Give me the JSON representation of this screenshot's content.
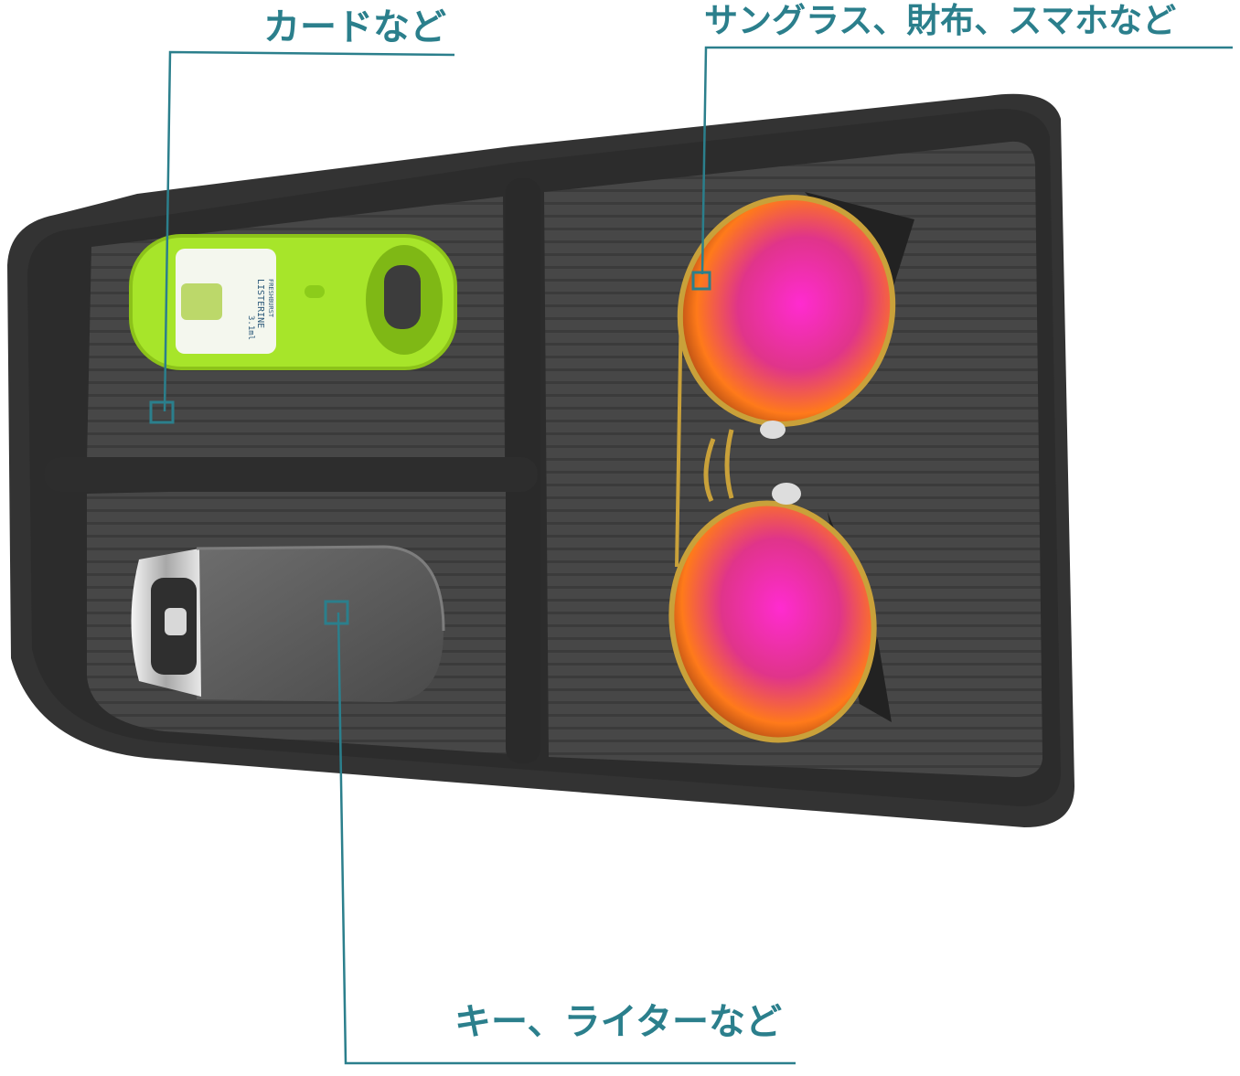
{
  "callouts": {
    "cards": "カードなど",
    "sunglasses": "サングラス、財布、スマホなど",
    "keys": "キー、ライターなど"
  },
  "product_label": {
    "brand": "LISTERINE",
    "sub": "FRESHBURST",
    "size": "3.1ml"
  },
  "colors": {
    "callout_text": "#2b7f8c",
    "callout_line": "#2b7f8c",
    "tray": "#3a3a3a",
    "tray_floor": "#454545",
    "mint_case": "#a7e52a",
    "lens": "#e0348a",
    "frame": "#c9a13a"
  }
}
